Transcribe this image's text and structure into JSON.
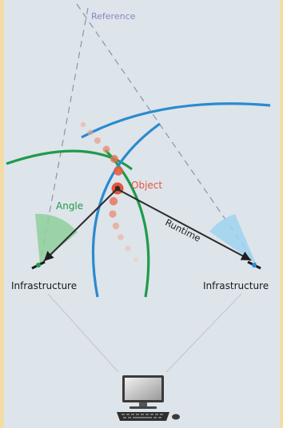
{
  "labels": {
    "reference": "Reference",
    "object": "Object",
    "angle": "Angle",
    "runtime": "Runtime",
    "infrastructure_left": "Infrastructure",
    "infrastructure_right": "Infrastructure"
  },
  "colors": {
    "background_frame": "#f4dca5",
    "panel": "#dde4ea",
    "angle_green": "#1e9b4a",
    "runtime_blue": "#2a8ad0",
    "object_red": "#e4553d",
    "reference_line": "#8e93a8",
    "reference_text": "#8c86c4",
    "arrow_dark": "#2a2a2a"
  },
  "icons": {
    "computer": "desktop-computer-icon",
    "antenna_left": "antenna-icon",
    "antenna_right": "antenna-icon"
  }
}
